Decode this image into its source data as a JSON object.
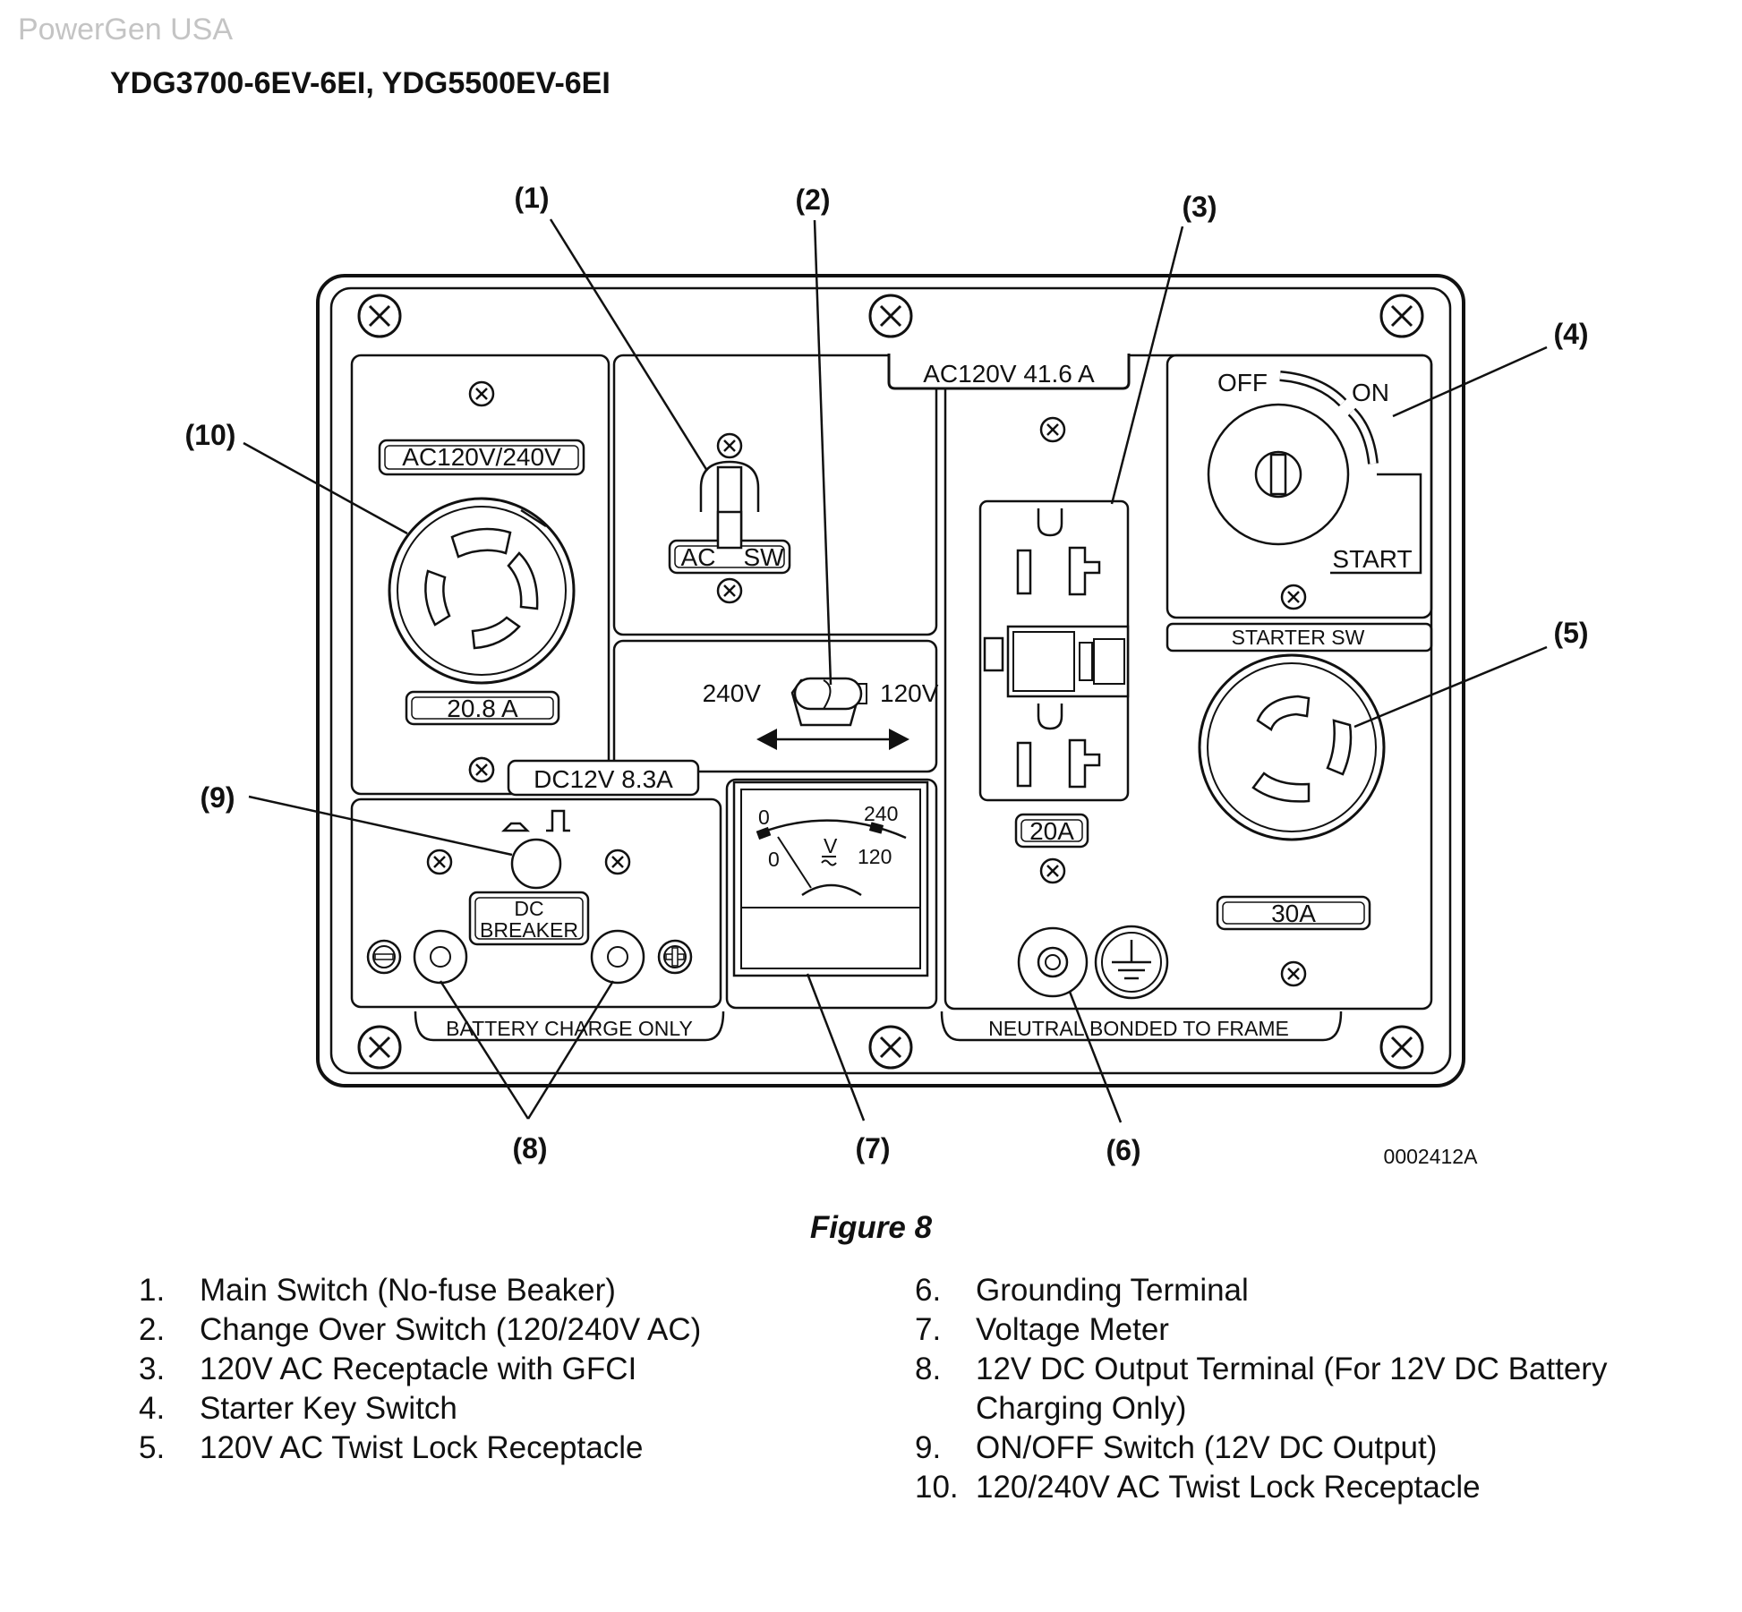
{
  "watermark": "PowerGen USA",
  "title": "YDG3700-6EV-6EI, YDG5500EV-6EI",
  "callouts": {
    "c1": "(1)",
    "c2": "(2)",
    "c3": "(3)",
    "c4": "(4)",
    "c5": "(5)",
    "c6": "(6)",
    "c7": "(7)",
    "c8": "(8)",
    "c9": "(9)",
    "c10": "(10)"
  },
  "panel_labels": {
    "ac120v_416a": "AC120V  41.6  A",
    "ac120_240": "AC120V/240V",
    "amp_208": "20.8  A",
    "ac_sw_ac": "AC",
    "ac_sw_sw": "SW",
    "v240": "240V",
    "v120": "120V",
    "dc12v": "DC12V 8.3A",
    "meter_0_top": "0",
    "meter_0_bottom": "0",
    "meter_240": "240",
    "meter_120": "120",
    "meter_v": "V",
    "dc_breaker_1": "DC",
    "dc_breaker_2": "BREAKER",
    "battery_charge_only": "BATTERY CHARGE ONLY",
    "gfci_20a": "20A",
    "off": "OFF",
    "on": "ON",
    "start": "START",
    "starter_sw": "STARTER SW",
    "twist_30a": "30A",
    "neutral_bonded": "NEUTRAL BONDED TO FRAME",
    "part_number": "0002412A"
  },
  "caption": "Figure 8",
  "legend_left": [
    {
      "num": "1.",
      "text": "Main Switch (No-fuse Beaker)"
    },
    {
      "num": "2.",
      "text": "Change Over Switch (120/240V AC)"
    },
    {
      "num": "3.",
      "text": "120V AC Receptacle with GFCI"
    },
    {
      "num": "4.",
      "text": "Starter Key Switch"
    },
    {
      "num": "5.",
      "text": "120V AC Twist Lock Receptacle"
    }
  ],
  "legend_right": [
    {
      "num": "6.",
      "text": "Grounding Terminal"
    },
    {
      "num": "7.",
      "text": "Voltage Meter"
    },
    {
      "num": "8.",
      "text": "12V DC Output Terminal (For 12V DC Battery Charging Only)"
    },
    {
      "num": "9.",
      "text": "ON/OFF Switch (12V DC Output)"
    },
    {
      "num": "10.",
      "text": "120/240V AC Twist Lock Receptacle"
    }
  ]
}
